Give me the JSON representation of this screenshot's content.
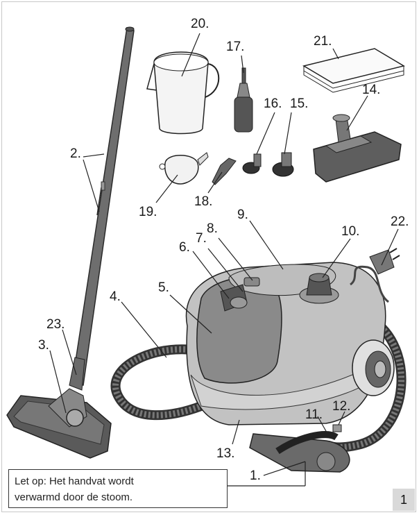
{
  "figure_number": "1",
  "warning": {
    "line1": "Let op: Het handvat wordt",
    "line2": "verwarmd door de stoom."
  },
  "labels": {
    "n1": "1.",
    "n2": "2.",
    "n3": "3.",
    "n4": "4.",
    "n5": "5.",
    "n6": "6.",
    "n7": "7.",
    "n8": "8.",
    "n9": "9.",
    "n10": "10.",
    "n11": "11.",
    "n12": "12.",
    "n13": "13.",
    "n14": "14.",
    "n15": "15.",
    "n16": "16.",
    "n17": "17.",
    "n18": "18.",
    "n19": "19.",
    "n20": "20.",
    "n21": "21.",
    "n22": "22.",
    "n23": "23."
  }
}
